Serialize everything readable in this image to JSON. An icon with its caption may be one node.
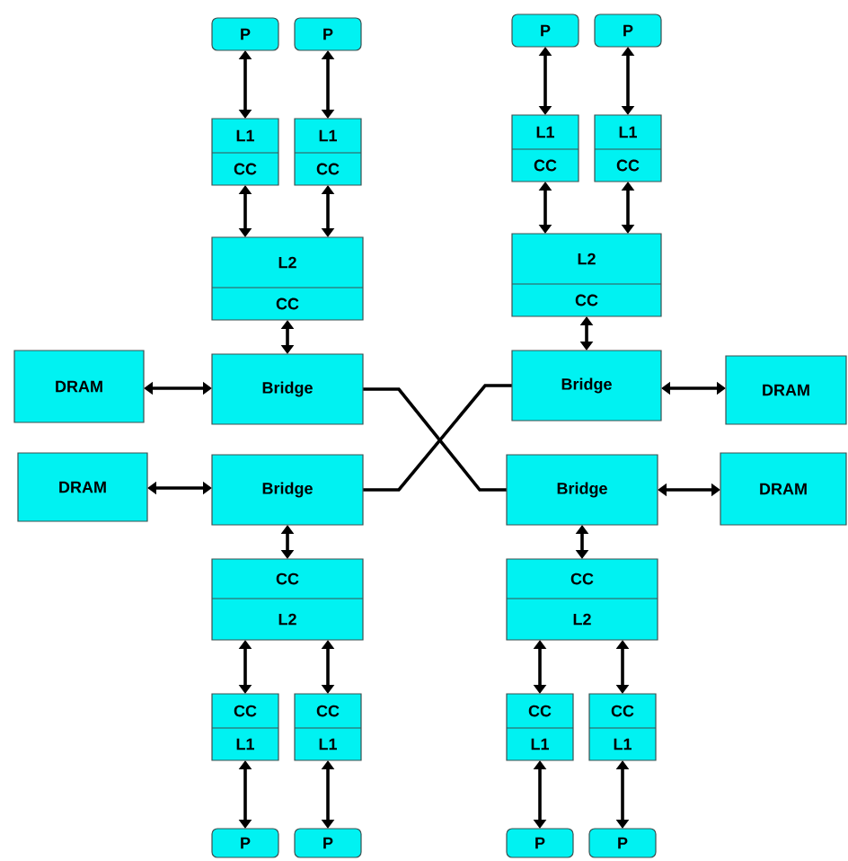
{
  "diagram": {
    "nodes": [
      {
        "text": [
          "P"
        ]
      },
      {
        "text": [
          "P"
        ]
      },
      {
        "text": [
          "P"
        ]
      },
      {
        "text": [
          "P"
        ]
      },
      {
        "text": [
          "L1",
          "CC"
        ]
      },
      {
        "text": [
          "L1",
          "CC"
        ]
      },
      {
        "text": [
          "L1",
          "CC"
        ]
      },
      {
        "text": [
          "L1",
          "CC"
        ]
      },
      {
        "text": [
          "L2",
          "CC"
        ]
      },
      {
        "text": [
          "L2",
          "CC"
        ]
      },
      {
        "text": [
          "DRAM"
        ]
      },
      {
        "text": [
          "Bridge"
        ]
      },
      {
        "text": [
          "Bridge"
        ]
      },
      {
        "text": [
          "DRAM"
        ]
      },
      {
        "text": [
          "DRAM"
        ]
      },
      {
        "text": [
          "Bridge"
        ]
      },
      {
        "text": [
          "Bridge"
        ]
      },
      {
        "text": [
          "DRAM"
        ]
      },
      {
        "text": [
          "CC",
          "L2"
        ]
      },
      {
        "text": [
          "CC",
          "L2"
        ]
      },
      {
        "text": [
          "CC",
          "L1"
        ]
      },
      {
        "text": [
          "CC",
          "L1"
        ]
      },
      {
        "text": [
          "CC",
          "L1"
        ]
      },
      {
        "text": [
          "CC",
          "L1"
        ]
      },
      {
        "text": [
          "P"
        ]
      },
      {
        "text": [
          "P"
        ]
      },
      {
        "text": [
          "P"
        ]
      },
      {
        "text": [
          "P"
        ]
      }
    ],
    "edges": [
      {
        "from": 0,
        "to": 4,
        "arrow": "both"
      },
      {
        "from": 1,
        "to": 5,
        "arrow": "both"
      },
      {
        "from": 2,
        "to": 6,
        "arrow": "both"
      },
      {
        "from": 3,
        "to": 7,
        "arrow": "both"
      },
      {
        "from": 4,
        "to": 8,
        "arrow": "both"
      },
      {
        "from": 5,
        "to": 8,
        "arrow": "both"
      },
      {
        "from": 6,
        "to": 9,
        "arrow": "both"
      },
      {
        "from": 7,
        "to": 9,
        "arrow": "both"
      },
      {
        "from": 8,
        "to": 11,
        "arrow": "both"
      },
      {
        "from": 9,
        "to": 12,
        "arrow": "both"
      },
      {
        "from": 10,
        "to": 11,
        "arrow": "both"
      },
      {
        "from": 12,
        "to": 13,
        "arrow": "both"
      },
      {
        "from": 11,
        "to": 16,
        "arrow": "none"
      },
      {
        "from": 15,
        "to": 12,
        "arrow": "none"
      },
      {
        "from": 14,
        "to": 15,
        "arrow": "both"
      },
      {
        "from": 16,
        "to": 17,
        "arrow": "both"
      },
      {
        "from": 15,
        "to": 18,
        "arrow": "both"
      },
      {
        "from": 16,
        "to": 19,
        "arrow": "both"
      },
      {
        "from": 18,
        "to": 20,
        "arrow": "both"
      },
      {
        "from": 18,
        "to": 21,
        "arrow": "both"
      },
      {
        "from": 19,
        "to": 22,
        "arrow": "both"
      },
      {
        "from": 19,
        "to": 23,
        "arrow": "both"
      },
      {
        "from": 20,
        "to": 24,
        "arrow": "both"
      },
      {
        "from": 21,
        "to": 25,
        "arrow": "both"
      },
      {
        "from": 22,
        "to": 26,
        "arrow": "both"
      },
      {
        "from": 23,
        "to": 27,
        "arrow": "both"
      }
    ]
  }
}
